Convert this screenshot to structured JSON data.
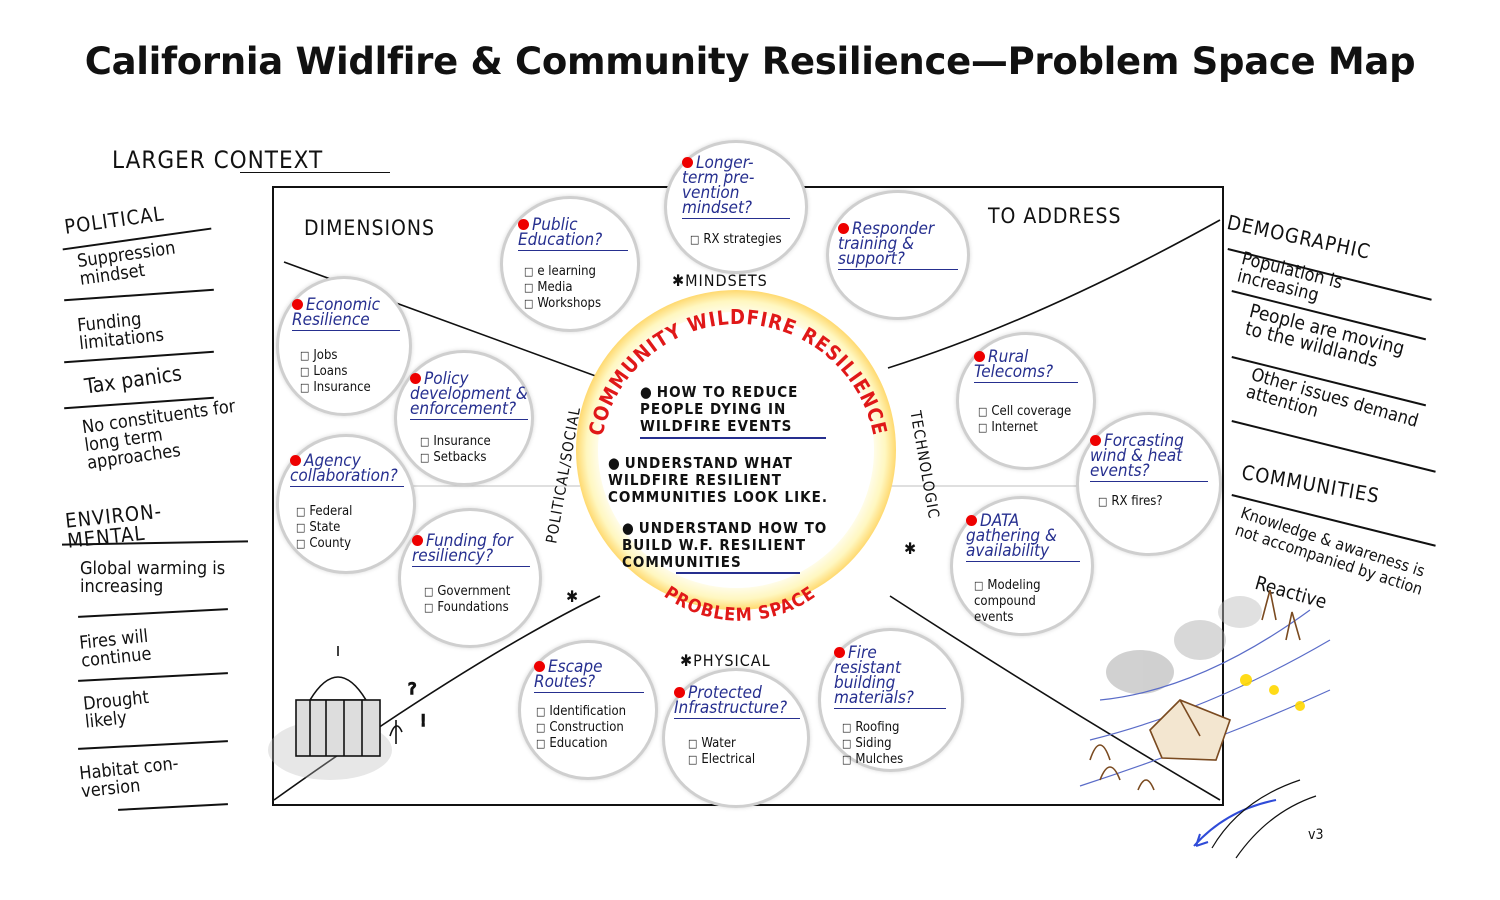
{
  "title": "California Widlfire & Community Resilience—Problem Space Map",
  "headings": {
    "larger_context": "LARGER CONTEXT",
    "dimensions": "DIMENSIONS",
    "to_address": "TO ADDRESS"
  },
  "left": {
    "political": {
      "heading": "POLITICAL",
      "items": [
        "Suppression mindset",
        "Funding limitations",
        "Tax panics",
        "No constituents for long term approaches"
      ]
    },
    "environmental": {
      "heading": "ENVIRON-MENTAL",
      "items": [
        "Global warming is increasing",
        "Fires will continue",
        "Drought likely",
        "Habitat con-version"
      ]
    }
  },
  "right": {
    "demographic": {
      "heading": "DEMOGRAPHIC",
      "items": [
        "Population is increasing",
        "People are moving to the wildlands",
        "Other issues demand attention"
      ]
    },
    "communities": {
      "heading": "COMMUNITIES",
      "items": [
        "Knowledge & awareness is not accompanied by action",
        "Reactive"
      ]
    }
  },
  "dimension_labels": {
    "mindsets": "✱MINDSETS",
    "political_social": "POLITICAL/SOCIAL",
    "technologic": "TECHNOLOGIC",
    "physical": "✱PHYSICAL",
    "star": "✱"
  },
  "center": {
    "arc_top": "COMMUNITY WILDFIRE RESILIENCE",
    "arc_bottom": "PROBLEM SPACE",
    "bullets": [
      "HOW TO REDUCE PEOPLE DYING IN WILDFIRE EVENTS",
      "UNDERSTAND WHAT WILDFIRE RESILIENT COMMUNITIES LOOK LIKE.",
      "UNDERSTAND HOW TO BUILD W.F. RESILIENT COMMUNITIES"
    ]
  },
  "bubbles": {
    "public_education": {
      "title": "Public Education?",
      "items": [
        "e learning",
        "Media",
        "Workshops"
      ]
    },
    "longer_term": {
      "title": "Longer-term pre-vention mindset?",
      "items": [
        "RX strategies"
      ]
    },
    "responder": {
      "title": "Responder training & support?",
      "items": []
    },
    "economic": {
      "title": "Economic Resilience",
      "items": [
        "Jobs",
        "Loans",
        "Insurance"
      ]
    },
    "policy": {
      "title": "Policy development & enforcement?",
      "items": [
        "Insurance",
        "Setbacks"
      ]
    },
    "agency": {
      "title": "Agency collaboration?",
      "items": [
        "Federal",
        "State",
        "County"
      ]
    },
    "funding": {
      "title": "Funding for resiliency?",
      "items": [
        "Government",
        "Foundations"
      ]
    },
    "rural": {
      "title": "Rural Telecoms?",
      "items": [
        "Cell coverage",
        "Internet"
      ]
    },
    "forecasting": {
      "title": "Forcasting wind & heat events?",
      "items": [
        "RX fires?"
      ]
    },
    "data": {
      "title": "DATA gathering & availability",
      "items": [
        "Modeling compound events"
      ]
    },
    "escape": {
      "title": "Escape Routes?",
      "items": [
        "Identification",
        "Construction",
        "Education"
      ]
    },
    "infrastructure": {
      "title": "Protected Infrastructure?",
      "items": [
        "Water",
        "Electrical"
      ]
    },
    "fire_resistant": {
      "title": "Fire resistant building materials?",
      "items": [
        "Roofing",
        "Siding",
        "Mulches"
      ]
    }
  },
  "version": "v3",
  "colors": {
    "ink": "#111111",
    "blue": "#262f8f",
    "red": "#e01818",
    "glow": "#ffd15a",
    "bubble_border": "#cfcfcf"
  }
}
